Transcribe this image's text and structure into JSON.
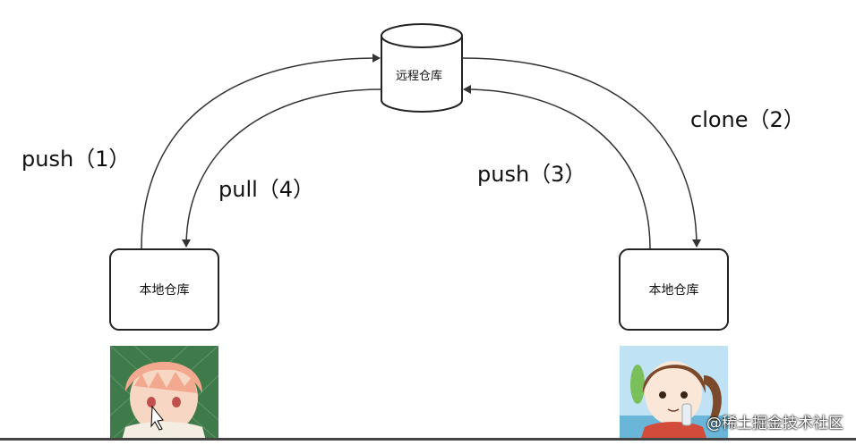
{
  "remote_repo": {
    "label": "远程仓库"
  },
  "local_repo_left": {
    "label": "本地仓库"
  },
  "local_repo_right": {
    "label": "本地仓库"
  },
  "arrows": {
    "push_1": "push（1）",
    "pull_4": "pull（4）",
    "clone_2": "clone（2）",
    "push_3": "push（3）"
  },
  "avatars": {
    "left": "anime-boy-avatar",
    "right": "anime-girl-avatar"
  },
  "watermark": "@稀土掘金技术社区"
}
